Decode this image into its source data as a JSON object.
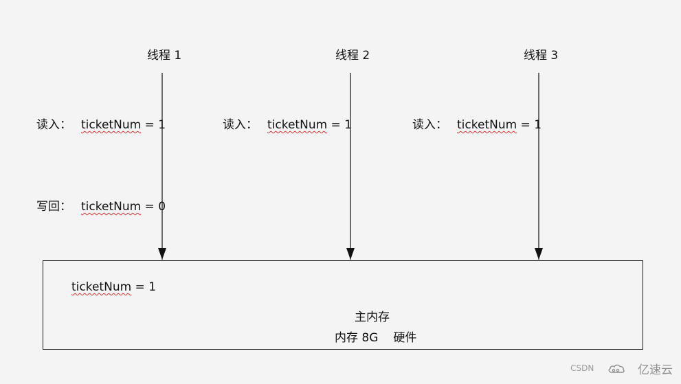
{
  "threads": [
    {
      "title": "线程 1",
      "read_label": "读入：",
      "read_expr": "ticketNum = 1",
      "write_label": "写回：",
      "write_expr": "ticketNum = 0"
    },
    {
      "title": "线程 2",
      "read_label": "读入：",
      "read_expr": "ticketNum = 1"
    },
    {
      "title": "线程 3",
      "read_label": "读入：",
      "read_expr": "ticketNum = 1"
    }
  ],
  "memory": {
    "variable": "ticketNum = 1",
    "title": "主内存",
    "size_label": "内存 8G",
    "hardware_label": "硬件"
  },
  "watermark": {
    "source": "CSDN",
    "brand": "亿速云"
  }
}
